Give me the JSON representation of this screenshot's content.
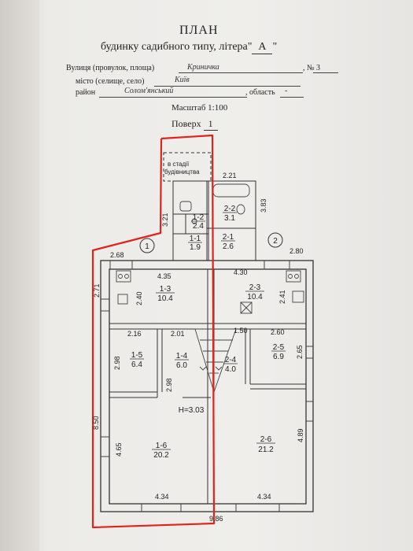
{
  "header": {
    "title": "ПЛАН",
    "subtitle_prefix": "будинку садибного типу, літера\"",
    "letter": "А",
    "subtitle_suffix": "\""
  },
  "address": {
    "street_label": "Вулиця (провулок, площа)",
    "street_value": "Криничка",
    "number_label": ", № 3",
    "city_label": "місто (селище, село)",
    "city_value": "Київ",
    "district_label": "район",
    "district_value": "Солом'янський",
    "region_label": ", область",
    "region_value": "-"
  },
  "scale": "Масштаб 1:100",
  "floor": {
    "label": "Поверх",
    "value": "1"
  },
  "plan": {
    "note": [
      "в стадії",
      "будівництва"
    ],
    "markers": [
      "1",
      "2"
    ],
    "height_label": "Н=3.03",
    "rooms": [
      {
        "id": "1-1",
        "area": "1.9"
      },
      {
        "id": "1-2",
        "area": "2.4"
      },
      {
        "id": "1-3",
        "area": "10.4"
      },
      {
        "id": "1-4",
        "area": "6.0"
      },
      {
        "id": "1-5",
        "area": "6.4"
      },
      {
        "id": "1-6",
        "area": "20.2"
      },
      {
        "id": "2-1",
        "area": "2.6"
      },
      {
        "id": "2-2",
        "area": "3.1"
      },
      {
        "id": "2-3",
        "area": "10.4"
      },
      {
        "id": "2-4",
        "area": "4.0"
      },
      {
        "id": "2-5",
        "area": "6.9"
      },
      {
        "id": "2-6",
        "area": "21.2"
      }
    ],
    "dims": {
      "d221": "2.21",
      "d383": "3.83",
      "d321": "3.21",
      "d268": "2.68",
      "d280": "2.80",
      "d435": "4.35",
      "d430": "4.30",
      "d240": "2.40",
      "d241": "2.41",
      "d271": "2.71",
      "d216": "2.16",
      "d201": "2.01",
      "d150": "1.50",
      "d260": "2.60",
      "d298a": "2.98",
      "d298b": "2.98",
      "d265": "2.65",
      "d850": "8.50",
      "d465": "4.65",
      "d489": "4.89",
      "d434a": "4.34",
      "d434b": "4.34",
      "d986": "9.86"
    }
  }
}
